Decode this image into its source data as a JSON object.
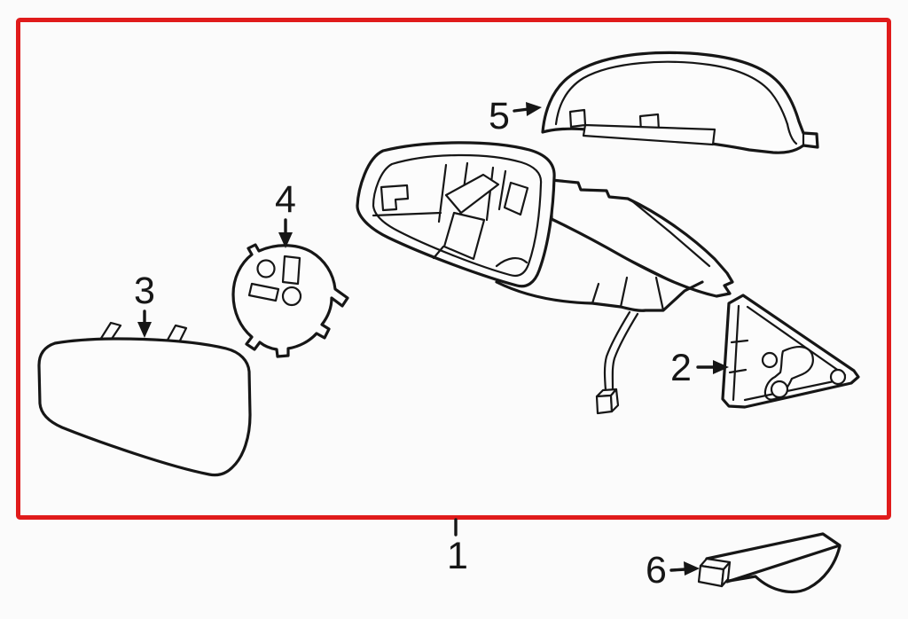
{
  "page": {
    "background_color": "#fbfbfb",
    "line_color": "#161616"
  },
  "diagram": {
    "type": "exploded-parts-line-drawing",
    "subject": "door-mirror-assembly",
    "highlight_box_color": "#e01b1b"
  },
  "callouts": [
    {
      "number": "1",
      "part": "outside-mirror-assembly",
      "pointer": "tick-up-to-highlight-box"
    },
    {
      "number": "2",
      "part": "corner-cover-bracket",
      "pointer": "arrow-right"
    },
    {
      "number": "3",
      "part": "mirror-glass",
      "pointer": "arrow-down"
    },
    {
      "number": "4",
      "part": "actuator-backing-plate",
      "pointer": "arrow-down"
    },
    {
      "number": "5",
      "part": "mirror-housing-cap",
      "pointer": "arrow-right"
    },
    {
      "number": "6",
      "part": "lower-trim-wedge",
      "pointer": "arrow-right"
    }
  ]
}
